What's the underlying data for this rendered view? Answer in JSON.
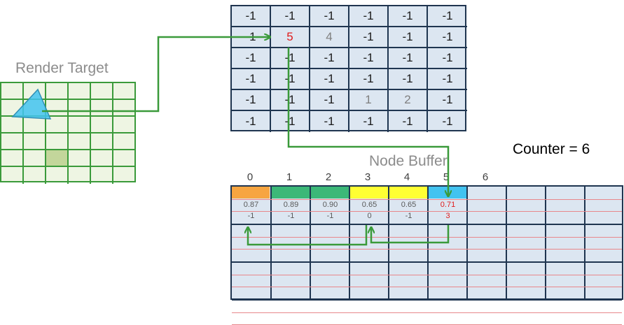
{
  "labels": {
    "render_target": "Render Target",
    "node_buffer": "Node Buffer",
    "counter": "Counter = 6"
  },
  "colors": {
    "grid_line": "#1f3550",
    "cell_fill": "#dce6f1",
    "render_target_line": "#3a9a3a",
    "render_target_fill": "#eef5e3",
    "highlight_pixel": "#c3d69b",
    "arrow": "#3a9a3a",
    "triangle": "#42c3f0",
    "red_text": "#e01b1b"
  },
  "render_target": {
    "cols": 6,
    "rows": 6,
    "highlighted_cell": {
      "col": 2,
      "row": 4
    }
  },
  "head_pointer": {
    "rows": [
      [
        "-1",
        "-1",
        "-1",
        "-1",
        "-1",
        "-1"
      ],
      [
        "-1",
        "5",
        "4",
        "-1",
        "-1",
        "-1"
      ],
      [
        "-1",
        "-1",
        "-1",
        "-1",
        "-1",
        "-1"
      ],
      [
        "-1",
        "-1",
        "-1",
        "-1",
        "-1",
        "-1"
      ],
      [
        "-1",
        "-1",
        "-1",
        "1",
        "2",
        "-1"
      ],
      [
        "-1",
        "-1",
        "-1",
        "-1",
        "-1",
        "-1"
      ]
    ],
    "emphasis": [
      {
        "row": 1,
        "col": 1,
        "style": "red"
      },
      {
        "row": 1,
        "col": 2,
        "style": "grey"
      },
      {
        "row": 4,
        "col": 3,
        "style": "grey"
      },
      {
        "row": 4,
        "col": 4,
        "style": "grey"
      }
    ]
  },
  "node_buffer": {
    "indices": [
      "0",
      "1",
      "2",
      "3",
      "4",
      "5",
      "6"
    ],
    "total_columns": 10,
    "total_rows": 4,
    "nodes": [
      {
        "color": "#f7a541",
        "depth": "0.87",
        "next": "-1"
      },
      {
        "color": "#3cb878",
        "depth": "0.89",
        "next": "-1"
      },
      {
        "color": "#3cb878",
        "depth": "0.90",
        "next": "-1"
      },
      {
        "color": "#ffff33",
        "depth": "0.65",
        "next": "0"
      },
      {
        "color": "#ffff33",
        "depth": "0.65",
        "next": "-1"
      },
      {
        "color": "#42c3f0",
        "depth": "0.71",
        "next": "3",
        "highlight": true
      }
    ]
  }
}
